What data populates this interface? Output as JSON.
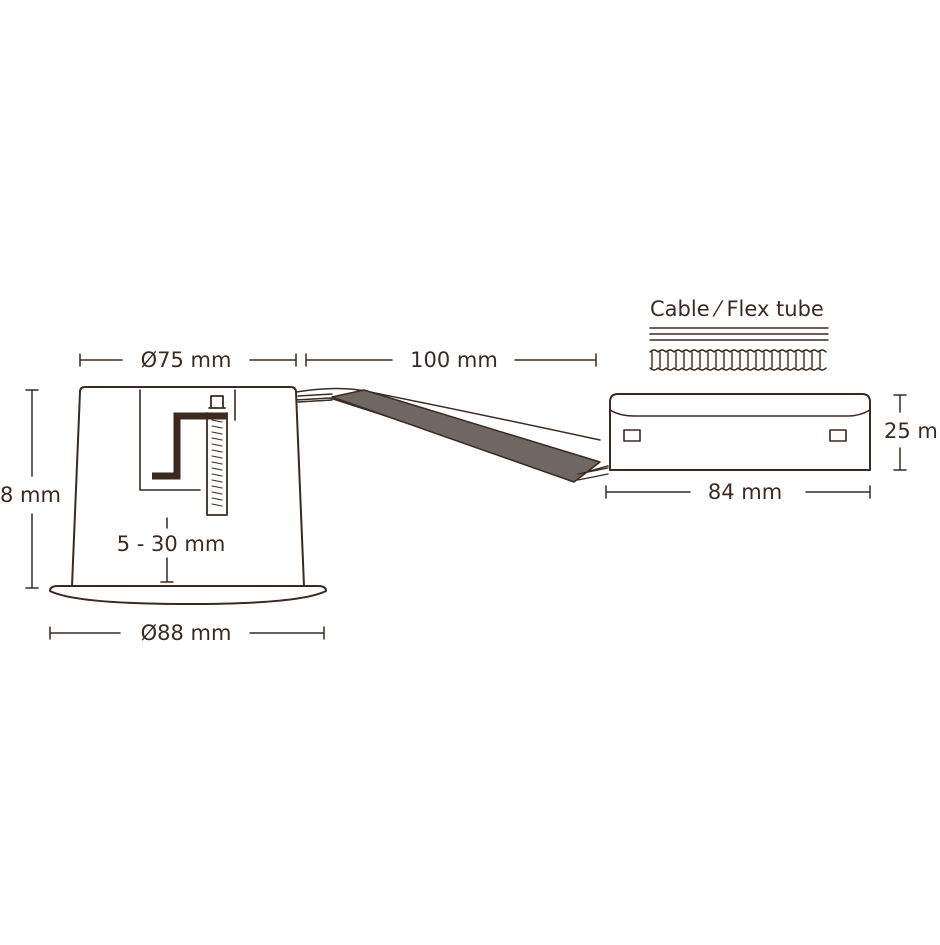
{
  "colors": {
    "line": "#3a2a22",
    "cable_fill": "#6e6763",
    "background": "#ffffff"
  },
  "labels": {
    "cable_flex_tube": "Cable ⁄ Flex tube",
    "diameter_75": "Ø75 mm",
    "length_100": "100 mm",
    "height_28": "8 mm",
    "height_25": "25 m",
    "width_84": "84 mm",
    "adjust_range": "5 - 30 mm",
    "diameter_88": "Ø88 mm"
  }
}
